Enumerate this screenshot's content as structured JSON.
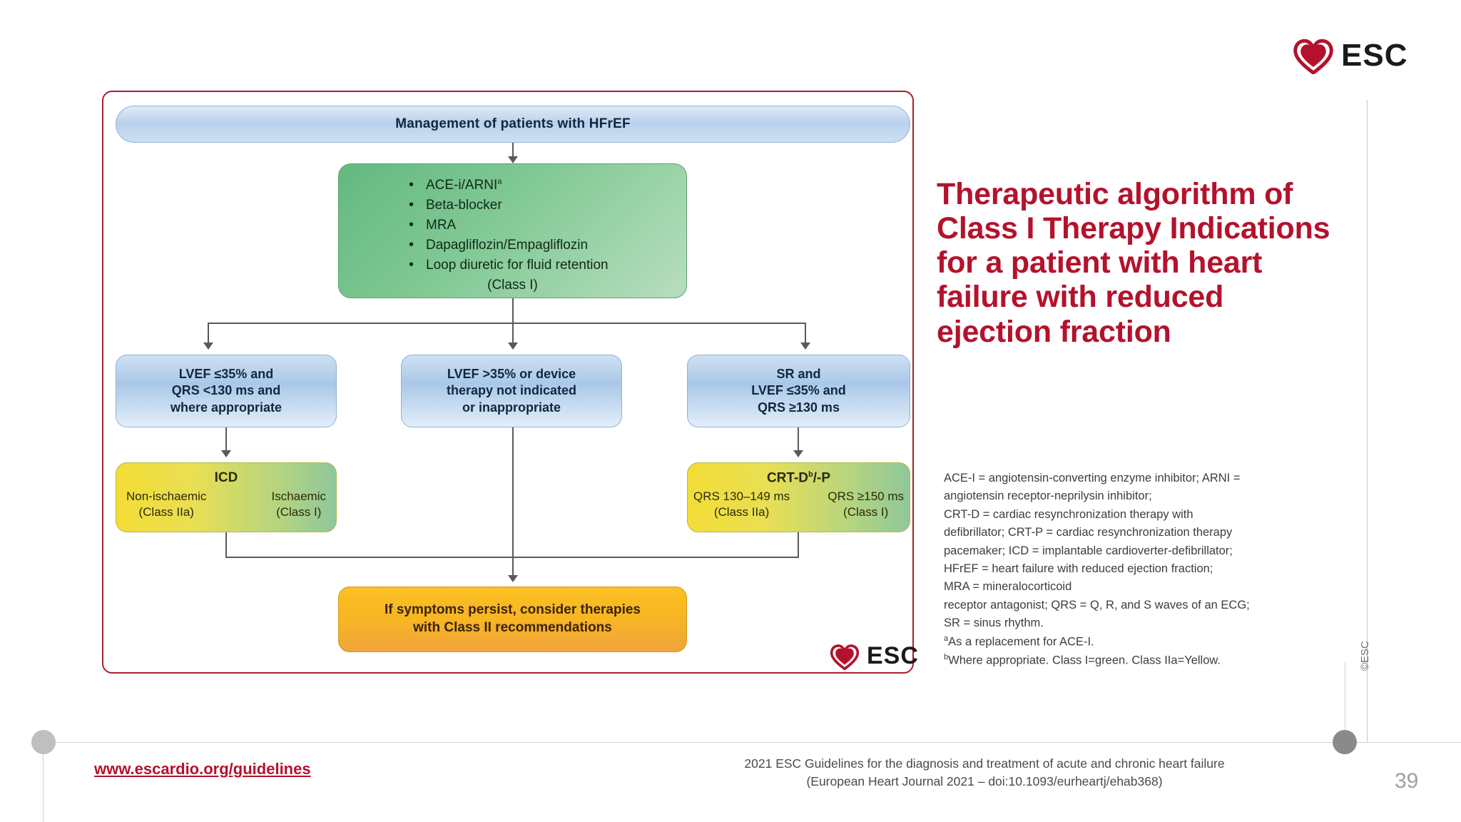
{
  "brand": {
    "logo_text": "ESC",
    "accent_red": "#b4122c",
    "frame_red": "#a81f2e"
  },
  "title": {
    "line1": "Therapeutic algorithm of",
    "line2": "Class I Therapy Indications",
    "line3": "for a patient with heart",
    "line4": "failure with reduced",
    "line5": "ejection fraction"
  },
  "diagram": {
    "top_node": {
      "label": "Management of patients with HFrEF"
    },
    "therapy_node": {
      "bullets": [
        "ACE-i/ARNIa",
        "Beta-blocker",
        "MRA",
        "Dapagliflozin/Empagliflozin",
        "Loop diuretic for fluid retention"
      ],
      "class_line": "(Class I)",
      "color": "#63b97f"
    },
    "criteria": [
      {
        "line1": "LVEF ≤35% and",
        "line2": "QRS <130 ms and",
        "line3": "where appropriate"
      },
      {
        "line1": "LVEF >35% or device",
        "line2": "therapy not indicated",
        "line3": "or inappropriate"
      },
      {
        "line1": "SR and",
        "line2": "LVEF ≤35% and",
        "line3": "QRS ≥130 ms"
      }
    ],
    "icd_node": {
      "title": "ICD",
      "left_label": "Non-ischaemic",
      "left_class": "(Class IIa)",
      "right_label": "Ischaemic",
      "right_class": "(Class I)"
    },
    "crt_node": {
      "title": "CRT-Db/-P",
      "left_label": "QRS 130–149 ms",
      "left_class": "(Class IIa)",
      "right_label": "QRS ≥150 ms",
      "right_class": "(Class I)"
    },
    "outcome_node": {
      "line1": "If symptoms persist, consider therapies",
      "line2": "with Class II recommendations"
    }
  },
  "legend": {
    "l1": "ACE-I = angiotensin-converting enzyme inhibitor; ARNI =",
    "l2": "angiotensin receptor-neprilysin inhibitor;",
    "l3": "CRT-D = cardiac resynchronization therapy with",
    "l4": "defibrillator; CRT-P = cardiac resynchronization therapy",
    "l5": "pacemaker; ICD = implantable cardioverter-defibrillator;",
    "l6": "HFrEF = heart failure with reduced ejection fraction;",
    "l7": "MRA = mineralocorticoid",
    "l8": "receptor antagonist; QRS = Q, R, and S waves of an ECG;",
    "l9": "SR = sinus rhythm.",
    "note_a": "As a replacement for ACE-I.",
    "note_b": "Where appropriate. Class I=green. Class IIa=Yellow."
  },
  "footer": {
    "url": "www.escardio.org/guidelines",
    "citation_line1": "2021 ESC Guidelines for the diagnosis and treatment of acute and chronic heart failure",
    "citation_line2": "(European Heart Journal 2021 – doi:10.1093/eurheartj/ehab368)",
    "page_number": "39",
    "copyright": "©ESC"
  }
}
